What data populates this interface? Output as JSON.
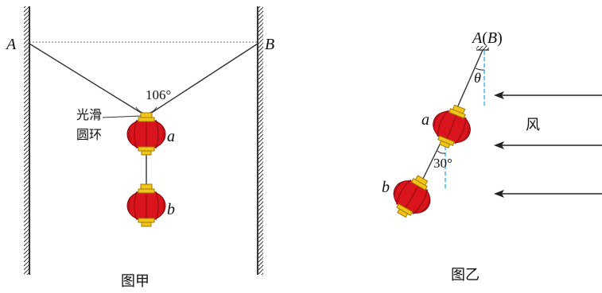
{
  "figure_jia": {
    "point_a": "A",
    "point_b": "B",
    "angle": "106°",
    "ring_label_line1": "光滑",
    "ring_label_line2": "圆环",
    "lantern_a": "a",
    "lantern_b": "b",
    "caption": "图甲"
  },
  "figure_yi": {
    "pivot_a": "A",
    "pivot_open": "(",
    "pivot_b": "B",
    "pivot_close": ")",
    "theta": "θ",
    "lantern_a": "a",
    "angle": "30°",
    "lantern_b": "b",
    "wind": "风",
    "caption": "图乙"
  },
  "colors": {
    "lantern_red": "#d9141c",
    "lantern_gold": "#f0c419",
    "dashed_line": "#29a8e0"
  }
}
